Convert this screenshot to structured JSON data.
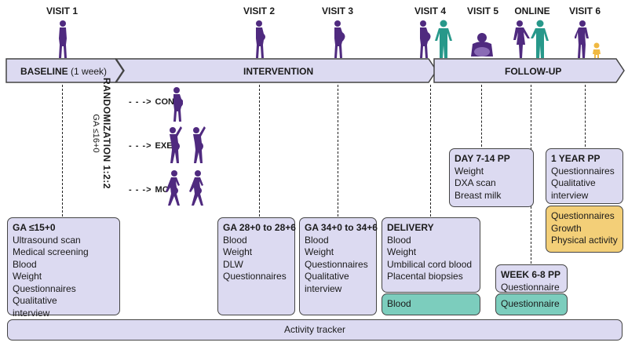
{
  "visits": {
    "v1": "VISIT 1",
    "v2": "VISIT 2",
    "v3": "VISIT 3",
    "v4": "VISIT 4",
    "v5": "VISIT 5",
    "online": "ONLINE",
    "v6": "VISIT 6"
  },
  "phases": {
    "baseline": "BASELINE",
    "baseline_sub": "(1 week)",
    "intervention": "INTERVENTION",
    "followup": "FOLLOW-UP"
  },
  "randomization": {
    "title": "RANDOMIZATION 1:2:2",
    "subtitle": "GA ≤16+0",
    "arms": [
      "CON",
      "EXE",
      "MOT"
    ],
    "arrow": "- - ->"
  },
  "boxes": {
    "ga15": {
      "heading": "GA ≤15+0",
      "items": [
        "Ultrasound scan",
        "Medical screening",
        "Blood",
        "Weight",
        "Questionnaires",
        "Qualitative",
        "interview"
      ]
    },
    "ga28": {
      "heading": "GA 28+0 to 28+6",
      "items": [
        "Blood",
        "Weight",
        "DLW",
        "Questionnaires"
      ]
    },
    "ga34": {
      "heading": "GA 34+0 to 34+6",
      "items": [
        "Blood",
        "Weight",
        "Questionnaires",
        "Qualitative",
        "interview"
      ]
    },
    "delivery": {
      "heading": "DELIVERY",
      "items": [
        "Blood",
        "Weight",
        "Umbilical cord blood",
        "Placental biopsies"
      ],
      "child": "Blood"
    },
    "day7": {
      "heading": "DAY 7-14 PP",
      "items": [
        "Weight",
        "DXA scan",
        "Breast milk"
      ]
    },
    "week6": {
      "heading": "WEEK 6-8 PP",
      "items": [
        "Questionnaire"
      ],
      "child": "Questionnaire"
    },
    "year1": {
      "heading": "1 YEAR PP",
      "items": [
        "Questionnaires",
        "Qualitative",
        "interview"
      ],
      "child_items": [
        "Questionnaires",
        "Growth",
        "Physical activity"
      ]
    }
  },
  "tracker": "Activity tracker",
  "colors": {
    "purple": "#4f2a7f",
    "teal": "#27988a",
    "lavender": "#dcdaf1",
    "yellow": "#f3cf78",
    "light_teal": "#7ccdbd"
  }
}
